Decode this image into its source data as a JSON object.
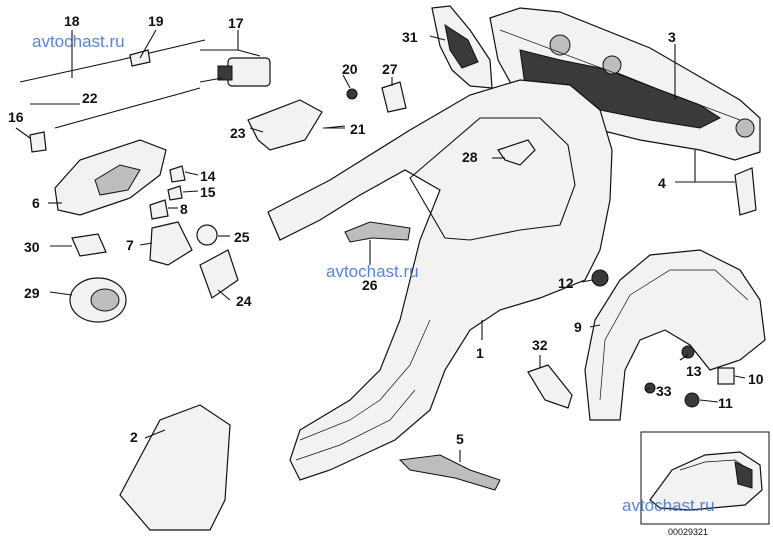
{
  "watermark": "avtochast.ru",
  "diagram_code": "00029321",
  "callouts": {
    "p1": "1",
    "p2": "2",
    "p3": "3",
    "p4": "4",
    "p5": "5",
    "p6": "6",
    "p7": "7",
    "p8": "8",
    "p9": "9",
    "p10": "10",
    "p11": "11",
    "p12": "12",
    "p13": "13",
    "p14": "14",
    "p15": "15",
    "p16": "16",
    "p17": "17",
    "p18": "18",
    "p19": "19",
    "p20": "20",
    "p21": "21",
    "p22": "22",
    "p23": "23",
    "p24": "24",
    "p25": "25",
    "p26": "26",
    "p27": "27",
    "p28": "28",
    "p29": "29",
    "p30": "30",
    "p31": "31",
    "p32": "32",
    "p33": "33"
  }
}
